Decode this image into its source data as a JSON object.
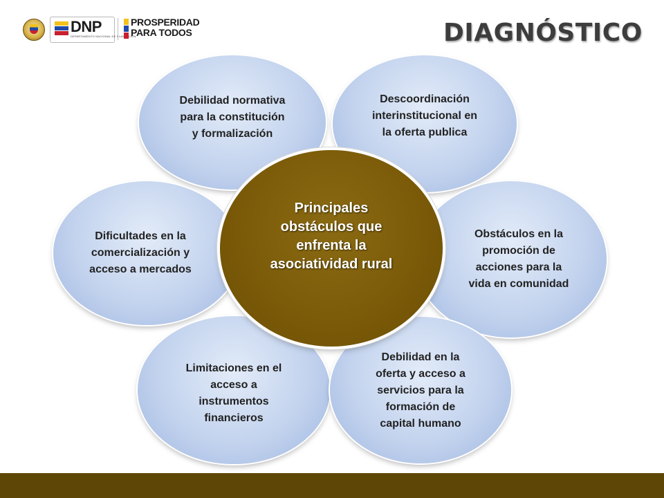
{
  "header": {
    "dnp_logo_text": "DNP",
    "dnp_logo_subtitle": "DEPARTAMENTO NACIONAL DE PLANEACIÓN",
    "prosperidad_line1": "PROSPERIDAD",
    "prosperidad_line2": "PARA TODOS",
    "title": "DIAGNÓSTICO"
  },
  "diagram": {
    "center": "Principales\nobstáculos que\nenfrenta la\nasociatividad rural",
    "petals": {
      "top_left": "Debilidad normativa\npara la constitución\ny formalización",
      "top_right": "Descoordinación\ninterinstitucional en\nla oferta publica",
      "left": "Dificultades en la\ncomercialización y\nacceso a mercados",
      "right": "Obstáculos en la\npromoción  de\nacciones para la\nvida en comunidad",
      "bottom_left": "Limitaciones en el\nacceso a\ninstrumentos\nfinancieros",
      "bottom_right": "Debilidad en la\noferta y acceso a\nservicios para la\nformación de\ncapital humano"
    }
  },
  "colors": {
    "center_fill": "#7a5a08",
    "petal_fill": "#c3d3ee",
    "footer_bar": "#5e4607",
    "title_text": "#3d3d3d"
  }
}
